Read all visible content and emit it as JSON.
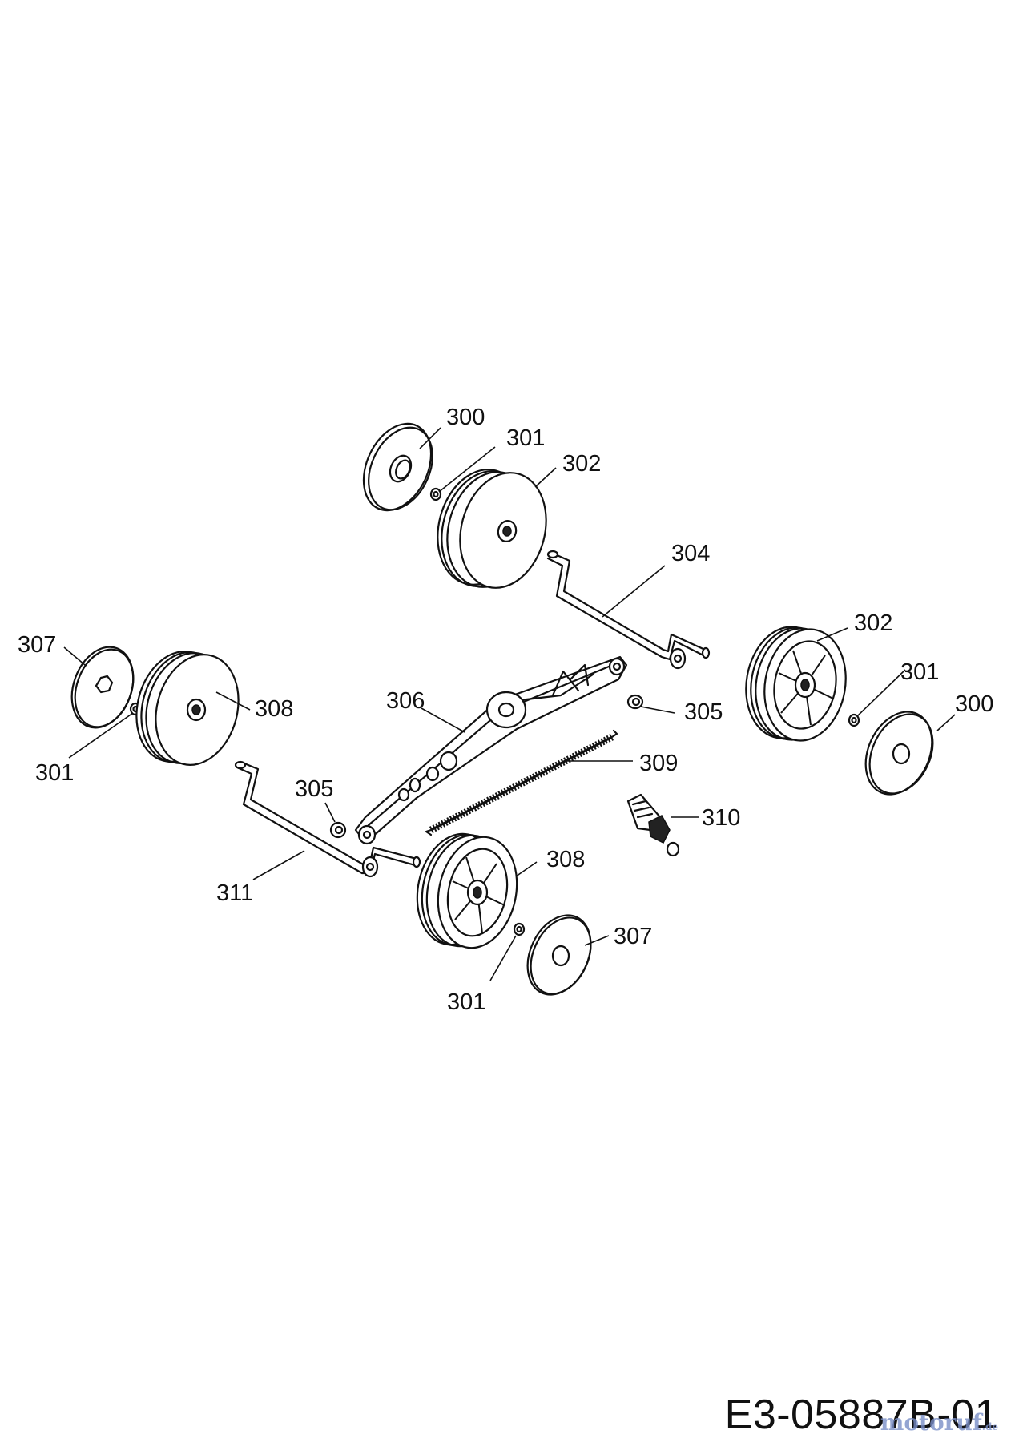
{
  "diagram": {
    "drawing_code": "E3-05887B-01",
    "watermark": "motoruf",
    "watermark_tld": ".de"
  },
  "callouts": [
    {
      "id": "c300a",
      "text": "300"
    },
    {
      "id": "c301a",
      "text": "301"
    },
    {
      "id": "c302a",
      "text": "302"
    },
    {
      "id": "c304",
      "text": "304"
    },
    {
      "id": "c302b",
      "text": "302"
    },
    {
      "id": "c307a",
      "text": "307"
    },
    {
      "id": "c306",
      "text": "306"
    },
    {
      "id": "c305a",
      "text": "305"
    },
    {
      "id": "c308a",
      "text": "308"
    },
    {
      "id": "c301b",
      "text": "301"
    },
    {
      "id": "c301c",
      "text": "301"
    },
    {
      "id": "c300b",
      "text": "300"
    },
    {
      "id": "c309",
      "text": "309"
    },
    {
      "id": "c305b",
      "text": "305"
    },
    {
      "id": "c310",
      "text": "310"
    },
    {
      "id": "c311",
      "text": "311"
    },
    {
      "id": "c308b",
      "text": "308"
    },
    {
      "id": "c307b",
      "text": "307"
    },
    {
      "id": "c301d",
      "text": "301"
    }
  ]
}
